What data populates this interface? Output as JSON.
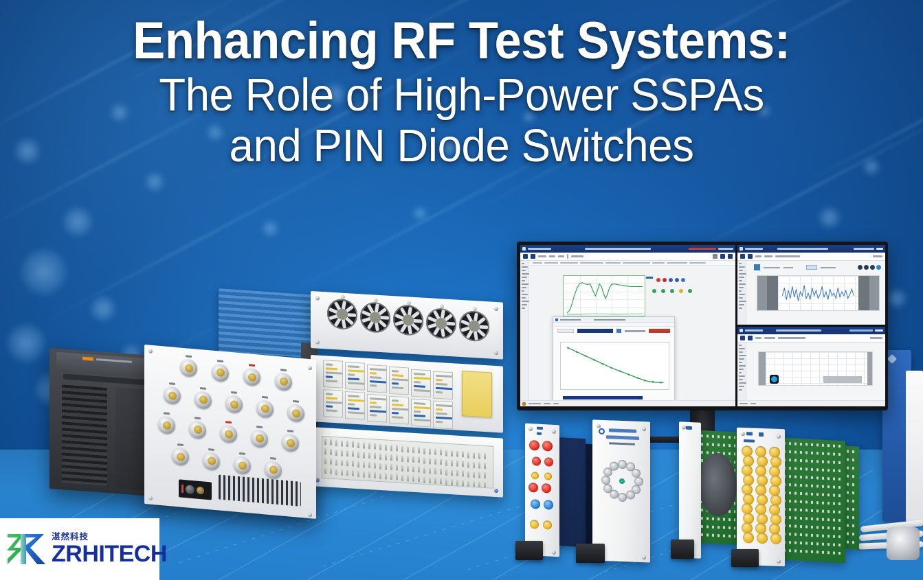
{
  "banner": {
    "title_line1": "Enhancing RF Test Systems:",
    "title_line2": "The Role of High-Power SSPAs",
    "title_line3": "and PIN Diode Switches",
    "background_color": "#11528f",
    "title_color": "#ffffff"
  },
  "logo": {
    "brand_cn": "湛然科技",
    "brand_en": "ZRHITECH",
    "mark_color_green": "#3fae56",
    "mark_color_blue": "#1a5fd0",
    "text_color": "#16309b",
    "plate_color": "#ffffff"
  },
  "scene": {
    "monitor": {
      "screens": [
        {
          "name": "left-application-window",
          "plot_color": "#3aa355",
          "plot_type": "trace"
        },
        {
          "name": "right-top-window",
          "plot_color": "#2f6fc4",
          "plot_type": "waveform"
        },
        {
          "name": "right-bottom-window",
          "plot_color": "#8a8f96",
          "plot_type": "grid"
        }
      ],
      "bezel_color": "#121418"
    },
    "devices": [
      {
        "name": "sspa-amplifier-chassis",
        "color": "#f0f2f4",
        "connector_count": 18
      },
      {
        "name": "pin-diode-switch-rack",
        "color": "#eef0f2",
        "fan_count": 5
      },
      {
        "name": "rf-module-cards",
        "color": "#f4f5f6"
      },
      {
        "name": "sma-connector-board",
        "color": "#e8bf3c"
      },
      {
        "name": "instrument-chassis-right",
        "color": "#2f6bc0"
      }
    ]
  }
}
